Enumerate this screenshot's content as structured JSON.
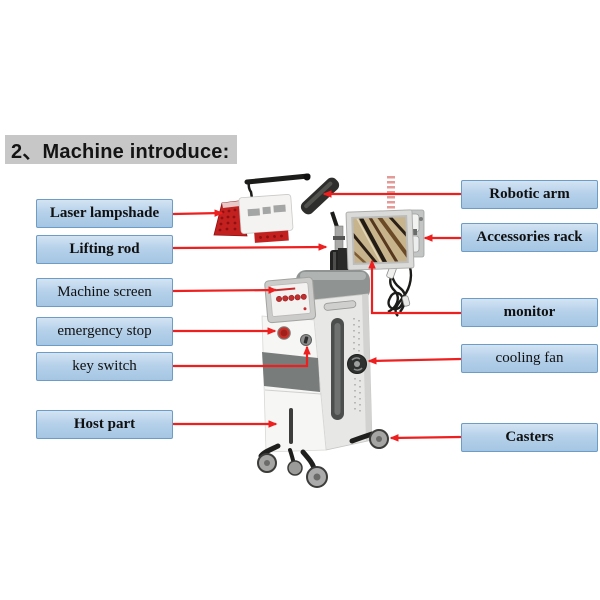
{
  "title": "2、Machine introduce:",
  "labels": {
    "left": [
      {
        "text": "Laser lampshade"
      },
      {
        "text": "Lifting rod"
      },
      {
        "text": "Machine screen"
      },
      {
        "text": "emergency stop"
      },
      {
        "text": "key switch"
      },
      {
        "text": "Host part"
      }
    ],
    "right": [
      {
        "text": "Robotic arm"
      },
      {
        "text": "Accessories rack"
      },
      {
        "text": "monitor"
      },
      {
        "text": "cooling fan"
      },
      {
        "text": "Casters"
      }
    ]
  },
  "colors": {
    "label_box_fill": "#b6d1ea",
    "label_box_border": "#6d9cc6",
    "arrow_red": "#ee1f1f",
    "title_background": "#c7c7c7",
    "lamp_red": "#c32020"
  }
}
